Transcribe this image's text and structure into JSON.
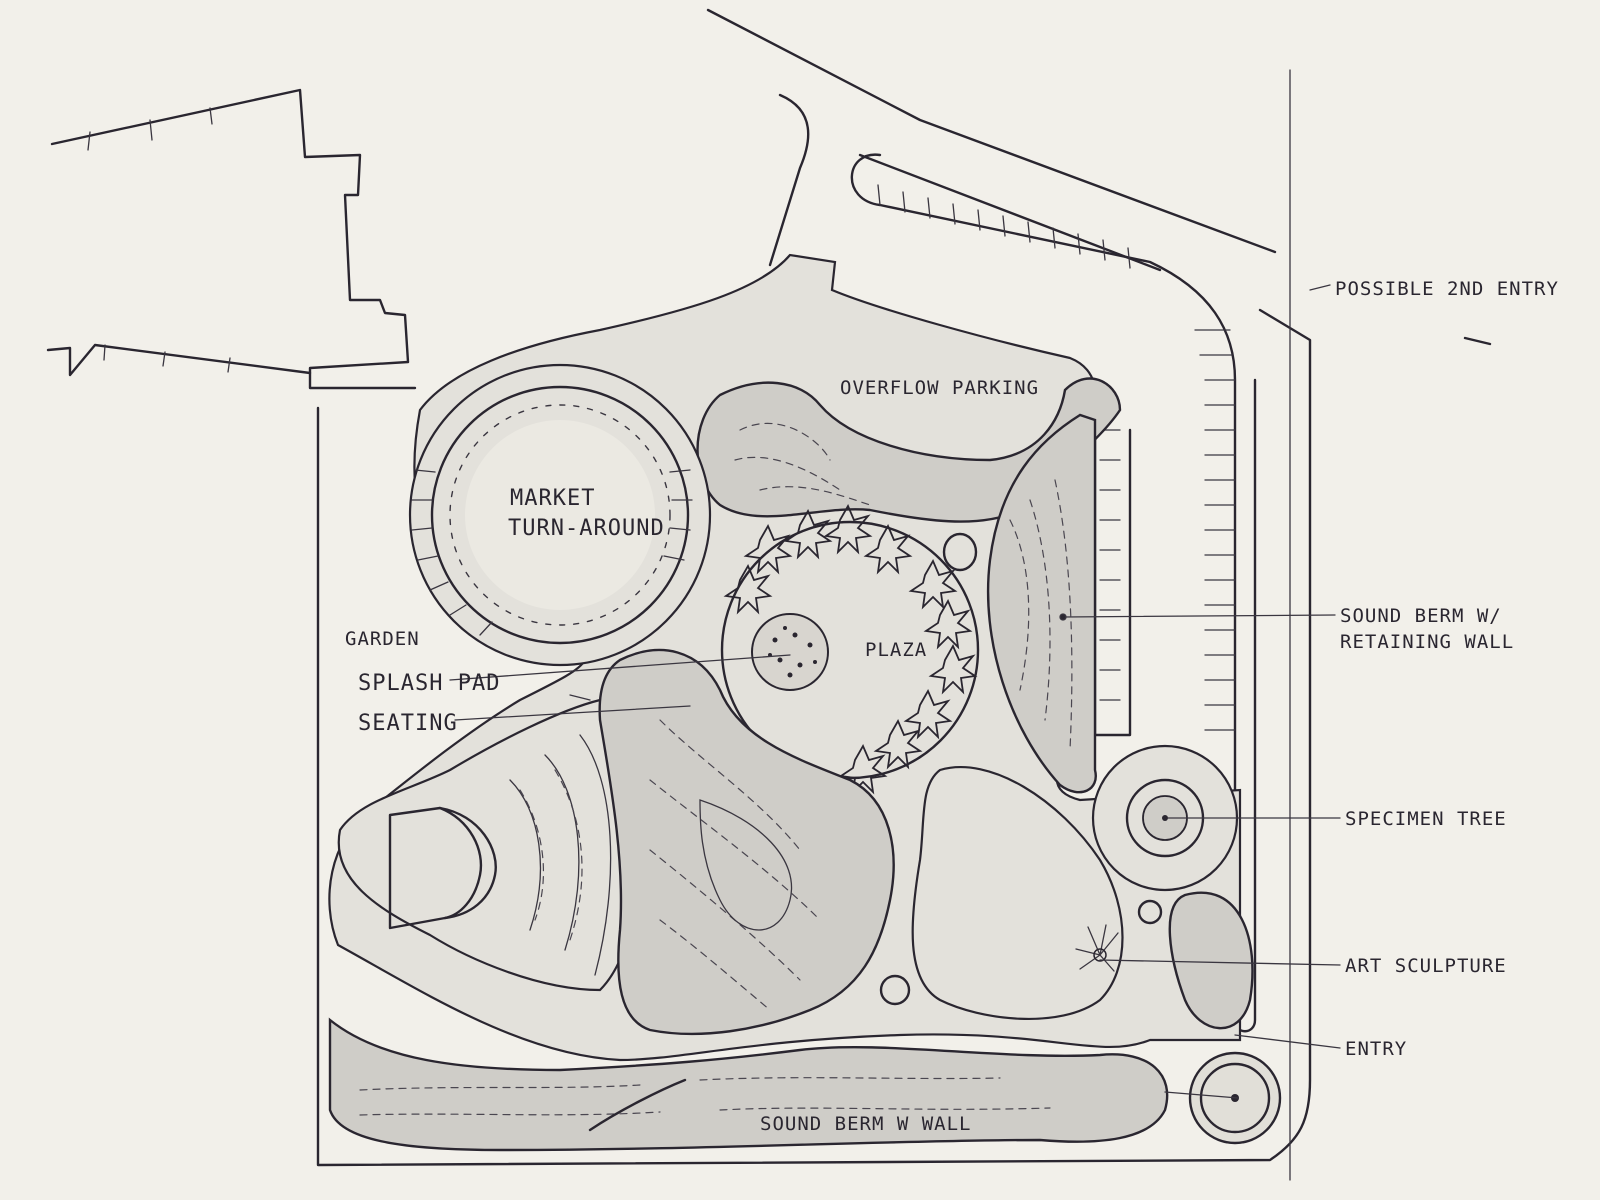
{
  "labels": {
    "overflow_parking": "OVERFLOW PARKING",
    "market_line1": "MARKET",
    "market_line2": "TURN-AROUND",
    "plaza": "PLAZA",
    "garden": "GARDEN",
    "splash_pad": "SPLASH PAD",
    "seating": "SEATING",
    "sound_berm_wall": "SOUND BERM W WALL",
    "possible_2nd_entry": "POSSIBLE 2ND ENTRY",
    "sound_berm_retaining_line1": "SOUND BERM W/",
    "sound_berm_retaining_line2": "RETAINING WALL",
    "specimen_tree": "SPECIMEN TREE",
    "art_sculpture": "ART SCULPTURE",
    "entry": "ENTRY"
  },
  "colors": {
    "paper": "#efede6",
    "ink": "#2a2630",
    "shade": "#cfcdc8"
  }
}
